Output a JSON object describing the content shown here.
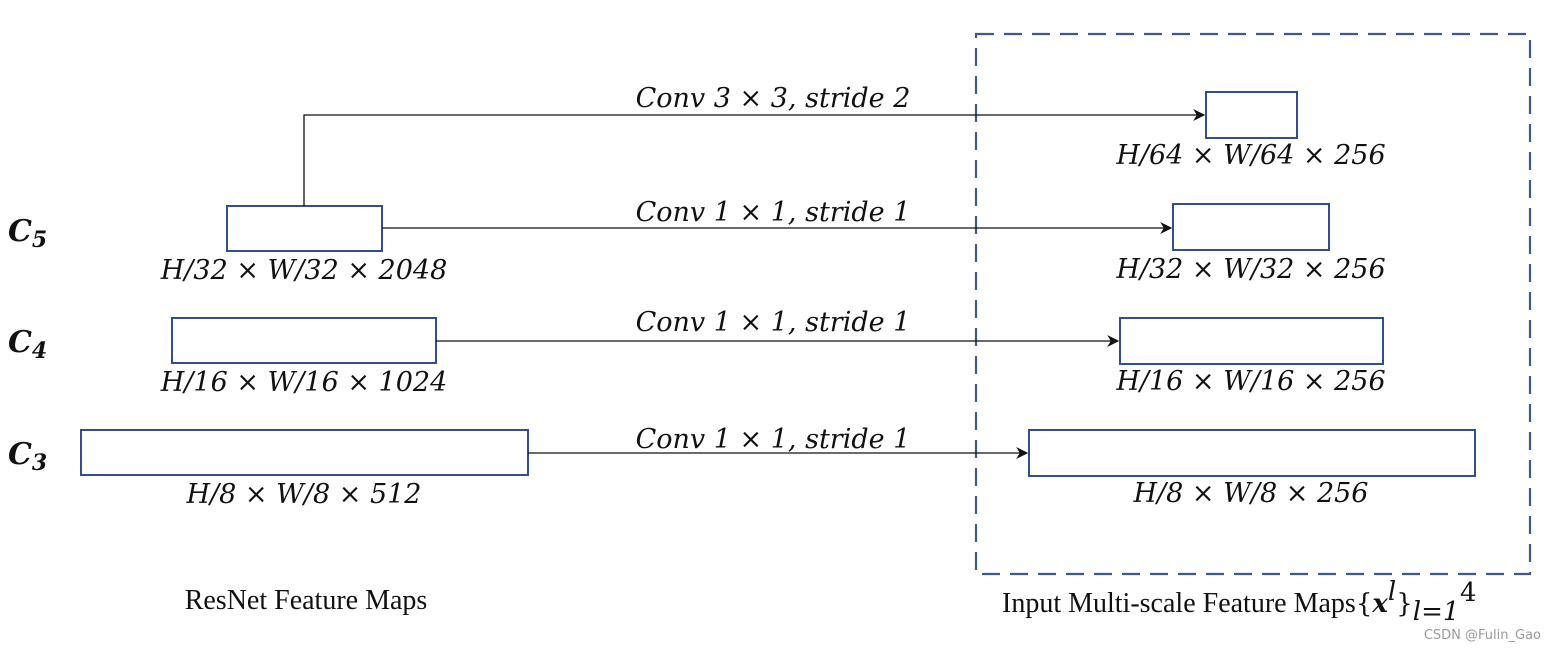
{
  "stages": [
    {
      "id": "c5",
      "letter": "C",
      "sub": "5"
    },
    {
      "id": "c4",
      "letter": "C",
      "sub": "4"
    },
    {
      "id": "c3",
      "letter": "C",
      "sub": "3"
    }
  ],
  "resnet_maps": [
    {
      "id": "c5",
      "label": "H/32 × W/32 × 2048"
    },
    {
      "id": "c4",
      "label": "H/16 × W/16 × 1024"
    },
    {
      "id": "c3",
      "label": "H/8 × W/8 × 512"
    }
  ],
  "output_maps": [
    {
      "id": "x4",
      "label": "H/64 × W/64 × 256"
    },
    {
      "id": "x3",
      "label": "H/32 × W/32 × 256"
    },
    {
      "id": "x2",
      "label": "H/16 × W/16 × 256"
    },
    {
      "id": "x1",
      "label": "H/8 × W/8 × 256"
    }
  ],
  "operations": [
    {
      "id": "c5-to-x4",
      "conv": "Conv",
      "kernel": "3 × 3,",
      "stride_word": "stride",
      "stride": "2"
    },
    {
      "id": "c5-to-x3",
      "conv": "Conv",
      "kernel": "1 × 1,",
      "stride_word": "stride",
      "stride": "1"
    },
    {
      "id": "c4-to-x2",
      "conv": "Conv",
      "kernel": "1 × 1,",
      "stride_word": "stride",
      "stride": "1"
    },
    {
      "id": "c3-to-x1",
      "conv": "Conv",
      "kernel": "1 × 1,",
      "stride_word": "stride",
      "stride": "1"
    }
  ],
  "captions": {
    "left": "ResNet Feature Maps",
    "right_text": "Input Multi-scale Feature Maps",
    "right_open_brace": "{",
    "right_var": "x",
    "right_var_sup": "l",
    "right_close_brace": "}",
    "right_sub": "l=1",
    "right_sup": "4"
  },
  "watermark": "CSDN @Fulin_Gao",
  "colors": {
    "box_stroke": "#2f4f8f",
    "dashed_region": "#3f5a86",
    "arrow": "#111111"
  }
}
